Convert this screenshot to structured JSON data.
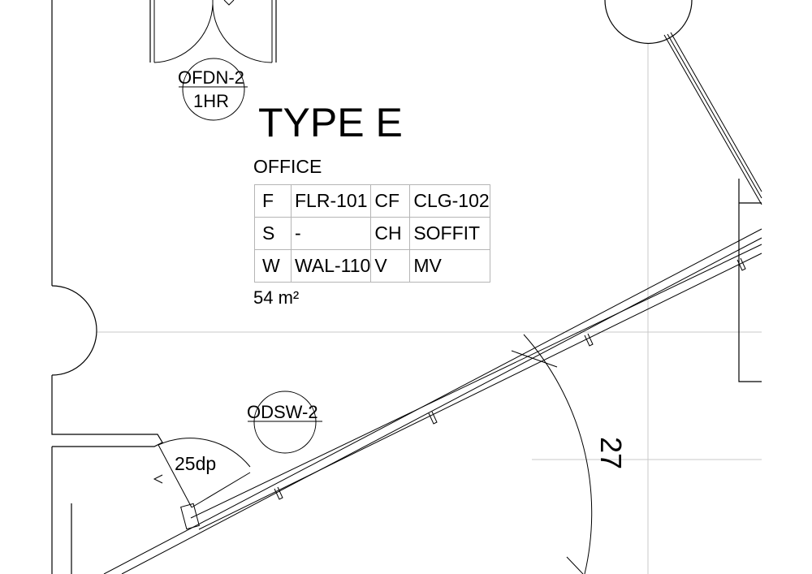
{
  "door_tags": [
    {
      "code": "OFDN-2",
      "rating": "1HR"
    },
    {
      "code": "ODSW-2",
      "rating": ""
    }
  ],
  "room": {
    "type": "TYPE E",
    "name": "OFFICE",
    "area": "54 m²",
    "finish_schedule": [
      [
        "F",
        "FLR-101",
        "CF",
        "CLG-102"
      ],
      [
        "S",
        "-",
        "CH",
        "SOFFIT"
      ],
      [
        "W",
        "WAL-110",
        "V",
        "MV"
      ]
    ]
  },
  "door_size": "25dp",
  "dimension": "27",
  "colors": {
    "line": "#000000",
    "grid": "#c8c8c8",
    "cell_border": "#b5b5b5"
  }
}
